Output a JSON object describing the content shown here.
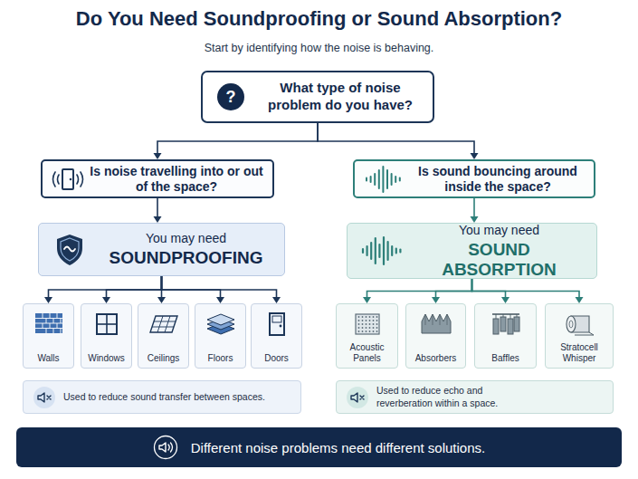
{
  "diagram": {
    "title": "Do You Need Soundproofing or Sound Absorption?",
    "caption": "Start by identifying how the noise is behaving.",
    "nodes": [
      {
        "text": [
          "What type of noise problem do you have?"
        ]
      },
      {
        "text": [
          "Is noise travelling into or out of the space?"
        ]
      },
      {
        "text": [
          "Is sound bouncing around inside the space?"
        ]
      },
      {
        "text": [
          "You may need",
          "SOUNDPROOFING"
        ]
      },
      {
        "text": [
          "You may need",
          "SOUND ABSORPTION"
        ]
      },
      {
        "text": [
          "Walls"
        ]
      },
      {
        "text": [
          "Windows"
        ]
      },
      {
        "text": [
          "Ceilings"
        ]
      },
      {
        "text": [
          "Floors"
        ]
      },
      {
        "text": [
          "Doors"
        ]
      },
      {
        "text": [
          "Acoustic Panels"
        ]
      },
      {
        "text": [
          "Absorbers"
        ]
      },
      {
        "text": [
          "Baffles"
        ]
      },
      {
        "text": [
          "Stratocell Whisper"
        ]
      },
      {
        "text": [
          "Used to reduce sound transfer between spaces."
        ]
      },
      {
        "text": [
          "Used to reduce echo and reverberation within a space."
        ]
      },
      {
        "text": [
          "Different noise problems need different solutions."
        ]
      }
    ],
    "edges": [
      {
        "from": 0,
        "to": 1,
        "arrow": "to"
      },
      {
        "from": 0,
        "to": 2,
        "arrow": "to"
      },
      {
        "from": 1,
        "to": 3,
        "arrow": "to"
      },
      {
        "from": 2,
        "to": 4,
        "arrow": "to"
      },
      {
        "from": 3,
        "to": 5,
        "arrow": "to"
      },
      {
        "from": 3,
        "to": 6,
        "arrow": "to"
      },
      {
        "from": 3,
        "to": 7,
        "arrow": "to"
      },
      {
        "from": 3,
        "to": 8,
        "arrow": "to"
      },
      {
        "from": 3,
        "to": 9,
        "arrow": "to"
      },
      {
        "from": 4,
        "to": 10,
        "arrow": "to"
      },
      {
        "from": 4,
        "to": 11,
        "arrow": "to"
      },
      {
        "from": 4,
        "to": 12,
        "arrow": "to"
      },
      {
        "from": 4,
        "to": 13,
        "arrow": "to"
      }
    ],
    "labels": [
      "?"
    ]
  }
}
